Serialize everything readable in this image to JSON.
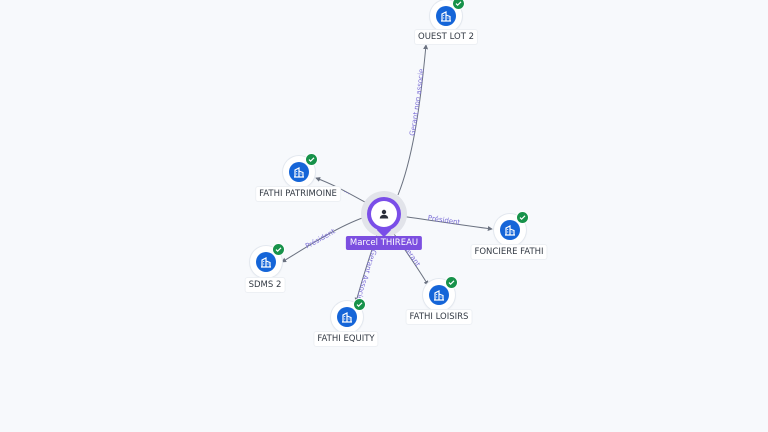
{
  "center": {
    "name": "Marcel THIREAU",
    "icon": "person-icon",
    "color": "#7a4ee8"
  },
  "companies": [
    {
      "id": "ouest-lot-2",
      "name": "OUEST LOT 2",
      "icon": "building-icon",
      "verified_icon": "check-icon"
    },
    {
      "id": "fathi-patrimoine",
      "name": "FATHI PATRIMOINE",
      "icon": "building-icon",
      "verified_icon": "check-icon"
    },
    {
      "id": "fonciere-fathi",
      "name": "FONCIERE FATHI",
      "icon": "building-icon",
      "verified_icon": "check-icon"
    },
    {
      "id": "sdms-2",
      "name": "SDMS 2",
      "icon": "building-icon",
      "verified_icon": "check-icon"
    },
    {
      "id": "fathi-loisirs",
      "name": "FATHI LOISIRS",
      "icon": "building-icon",
      "verified_icon": "check-icon"
    },
    {
      "id": "fathi-equity",
      "name": "FATHI EQUITY",
      "icon": "building-icon",
      "verified_icon": "check-icon"
    }
  ],
  "edges": [
    {
      "to": "ouest-lot-2",
      "label": "Gerant non associe"
    },
    {
      "to": "fathi-patrimoine",
      "label": "…"
    },
    {
      "to": "fonciere-fathi",
      "label": "Président"
    },
    {
      "to": "sdms-2",
      "label": "Président"
    },
    {
      "to": "fathi-loisirs",
      "label": "Gerant"
    },
    {
      "to": "fathi-equity",
      "label": "Gerant Associe"
    }
  ],
  "colors": {
    "node": "#1565d8",
    "verified": "#17924a",
    "edge_label": "#7c6fd6"
  }
}
